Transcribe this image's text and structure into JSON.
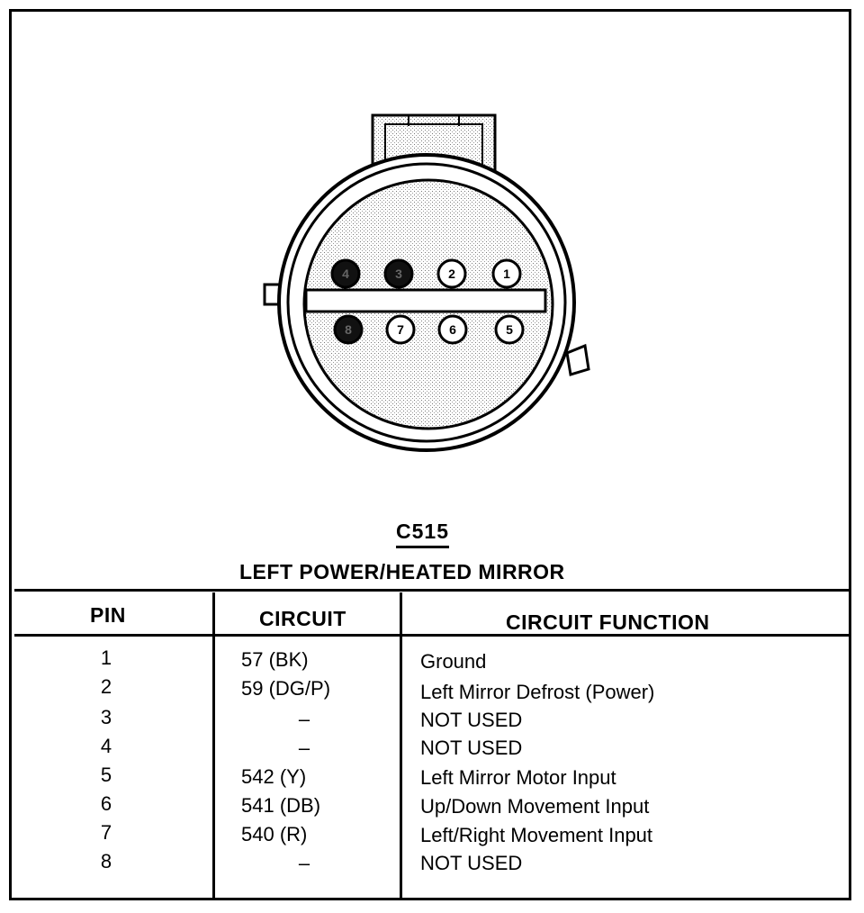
{
  "connector": {
    "id": "C515",
    "description": "LEFT POWER/HEATED MIRROR",
    "pins_top_row": [
      {
        "number": "4",
        "filled": true
      },
      {
        "number": "3",
        "filled": true
      },
      {
        "number": "2",
        "filled": false
      },
      {
        "number": "1",
        "filled": false
      }
    ],
    "pins_bottom_row": [
      {
        "number": "8",
        "filled": true
      },
      {
        "number": "7",
        "filled": false
      },
      {
        "number": "6",
        "filled": false
      },
      {
        "number": "5",
        "filled": false
      }
    ]
  },
  "table": {
    "headers": {
      "pin": "PIN",
      "circuit": "CIRCUIT",
      "function": "CIRCUIT FUNCTION"
    },
    "rows": [
      {
        "pin": "1",
        "circuit": "57 (BK)",
        "function": "Ground"
      },
      {
        "pin": "2",
        "circuit": "59 (DG/P)",
        "function": "Left Mirror Defrost (Power)"
      },
      {
        "pin": "3",
        "circuit": "–",
        "function": "NOT USED"
      },
      {
        "pin": "4",
        "circuit": "–",
        "function": "NOT USED"
      },
      {
        "pin": "5",
        "circuit": "542 (Y)",
        "function": "Left Mirror Motor Input"
      },
      {
        "pin": "6",
        "circuit": "541 (DB)",
        "function": "Up/Down Movement Input"
      },
      {
        "pin": "7",
        "circuit": "540 (R)",
        "function": "Left/Right Movement Input"
      },
      {
        "pin": "8",
        "circuit": "–",
        "function": "NOT USED"
      }
    ]
  }
}
